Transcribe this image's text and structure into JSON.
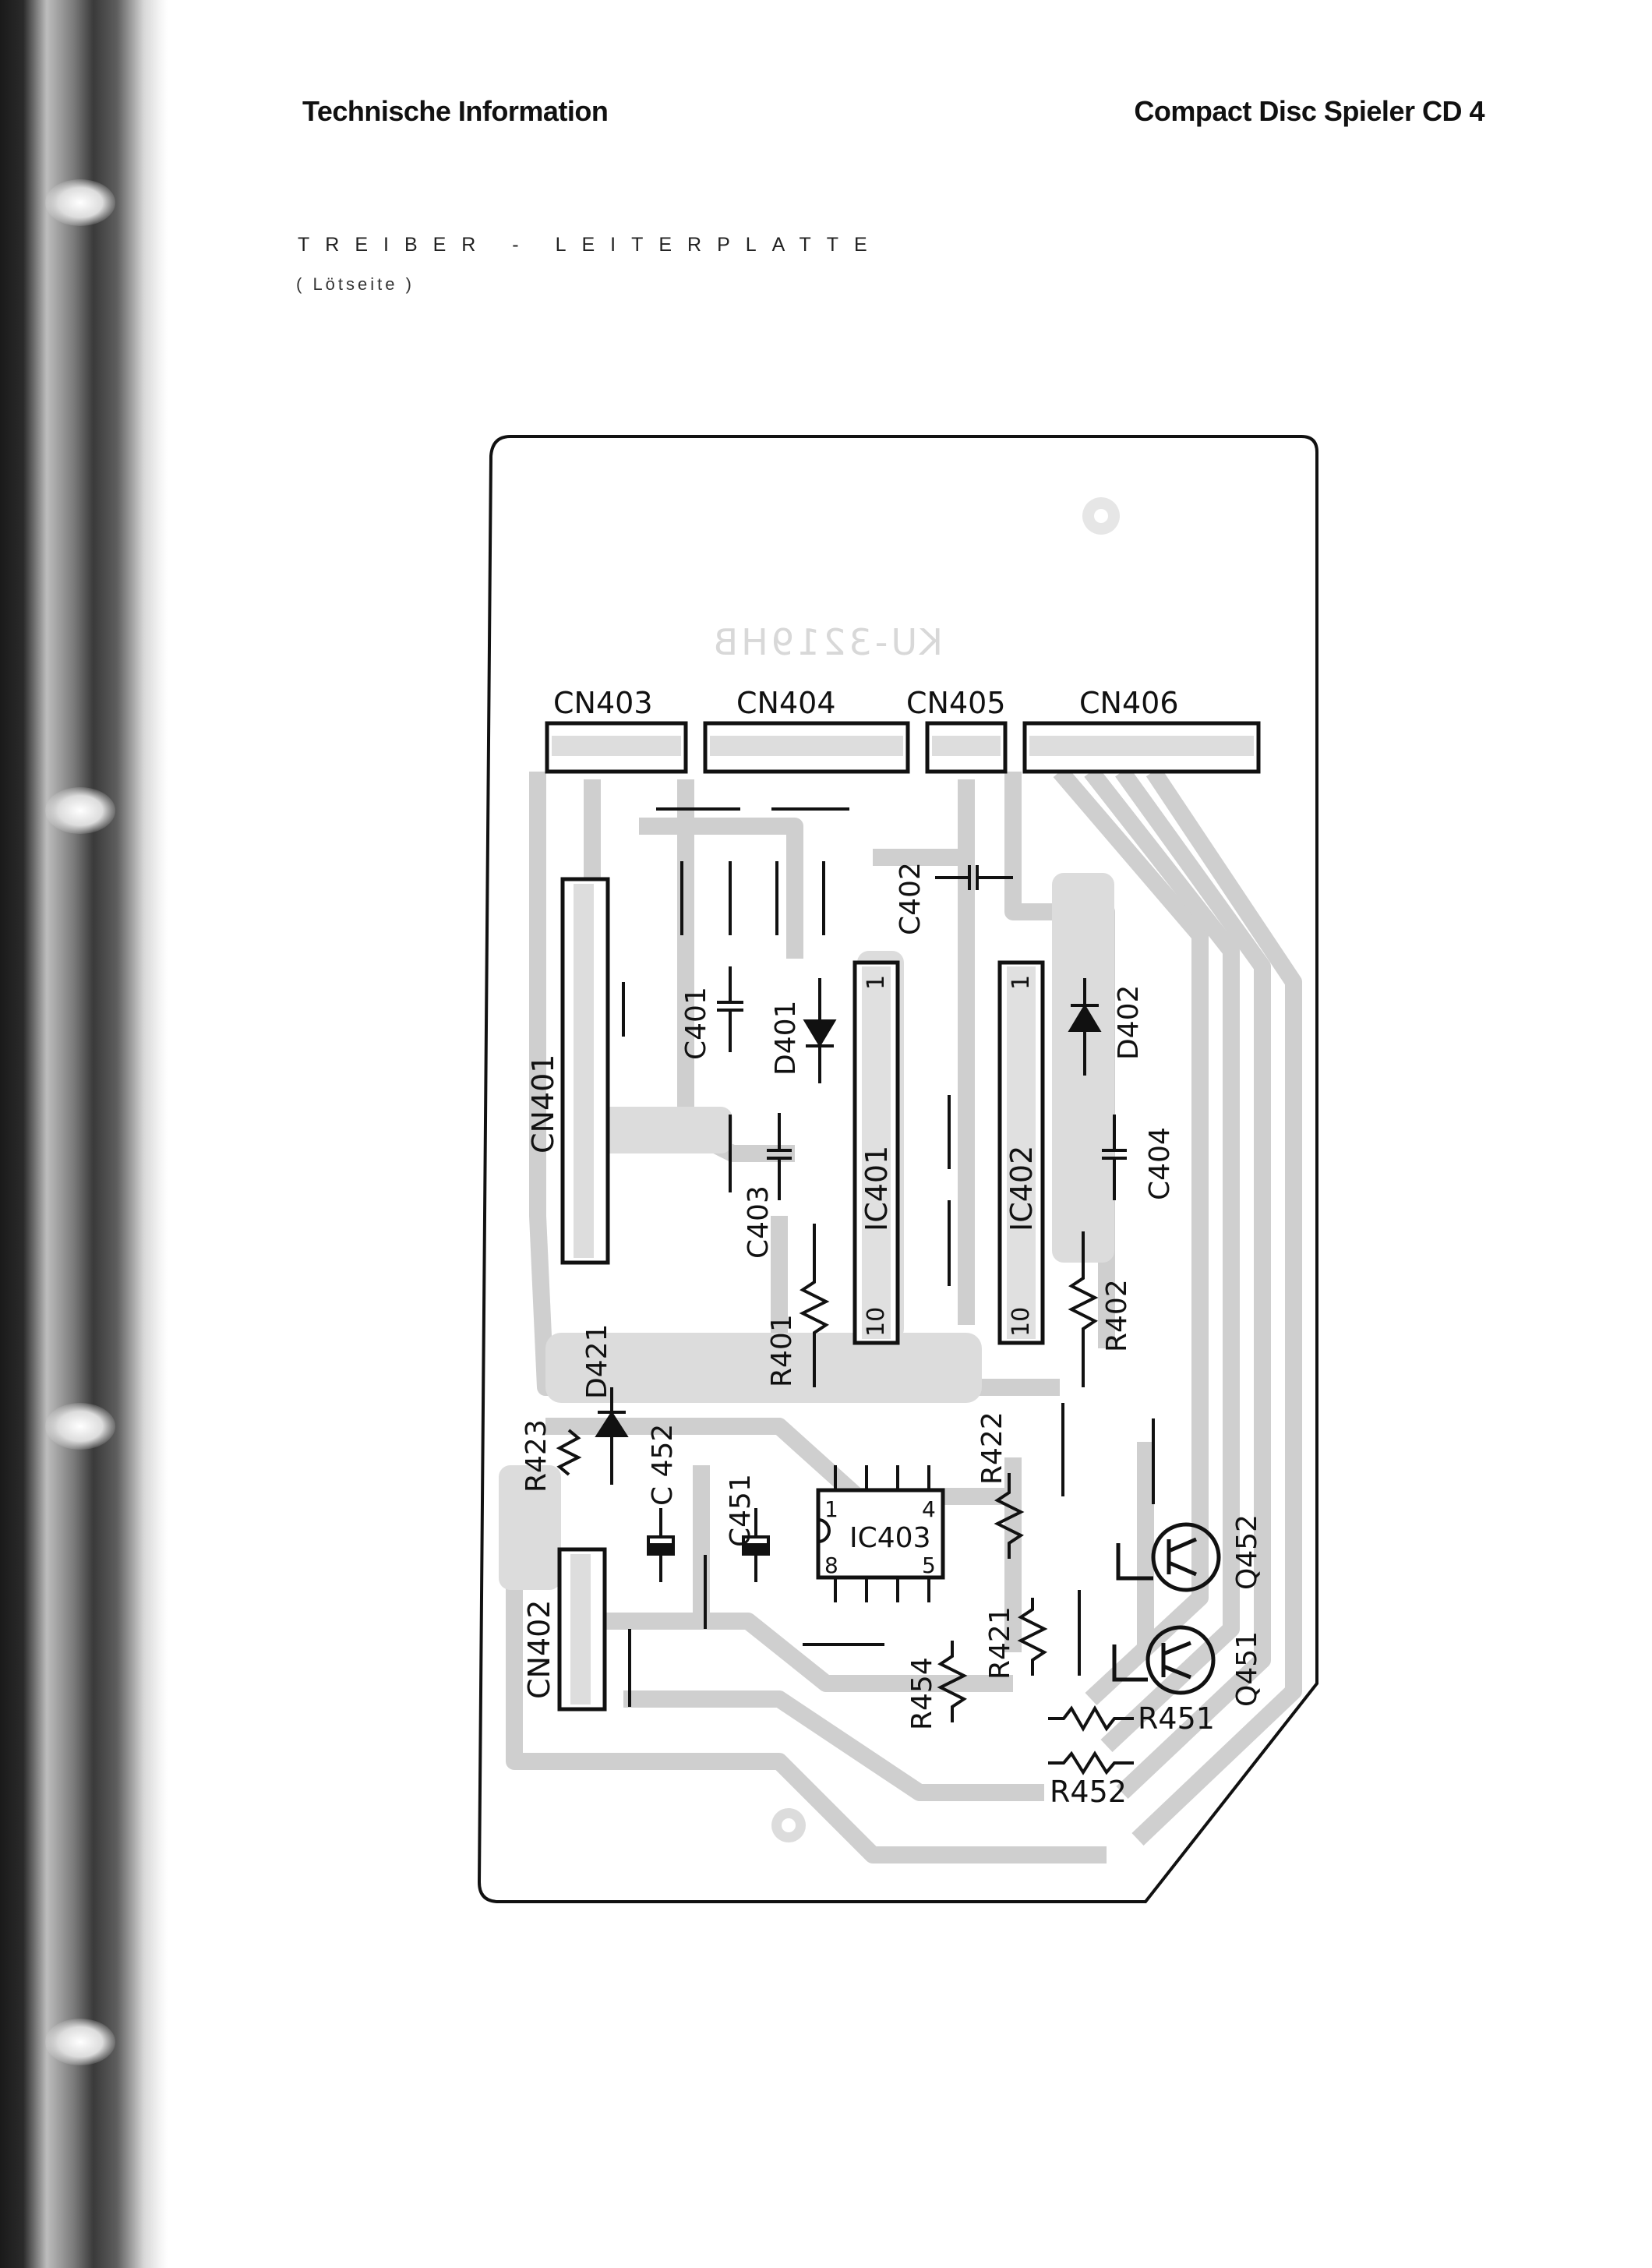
{
  "header": {
    "left_title": "Technische Information",
    "right_title": "Compact Disc Spieler CD 4"
  },
  "section": {
    "title": "TREIBER - LEITERPLATTE",
    "subtitle": "( Lötseite )"
  },
  "board": {
    "mirrored_code": "KU-3219HB",
    "connectors": {
      "cn403": "CN403",
      "cn404": "CN404",
      "cn405": "CN405",
      "cn406": "CN406",
      "cn401": "CN401",
      "cn402": "CN402"
    },
    "ics": {
      "ic401": "IC401",
      "ic402": "IC402",
      "ic403": "IC403",
      "pin1": "1",
      "pin10": "10",
      "pin4": "4",
      "pin8": "8",
      "pin5": "5"
    },
    "capacitors": {
      "c401": "C401",
      "c402": "C402",
      "c403": "C403",
      "c404": "C404",
      "c451": "C451",
      "c452": "C 452"
    },
    "diodes": {
      "d401": "D401",
      "d402": "D402",
      "d421": "D421"
    },
    "resistors": {
      "r401": "R401",
      "r402": "R402",
      "r421": "R421",
      "r422": "R422",
      "r423": "R423",
      "r451": "R451",
      "r452": "R452",
      "r454": "R454"
    },
    "transistors": {
      "q451": "Q451",
      "q452": "Q452"
    }
  }
}
